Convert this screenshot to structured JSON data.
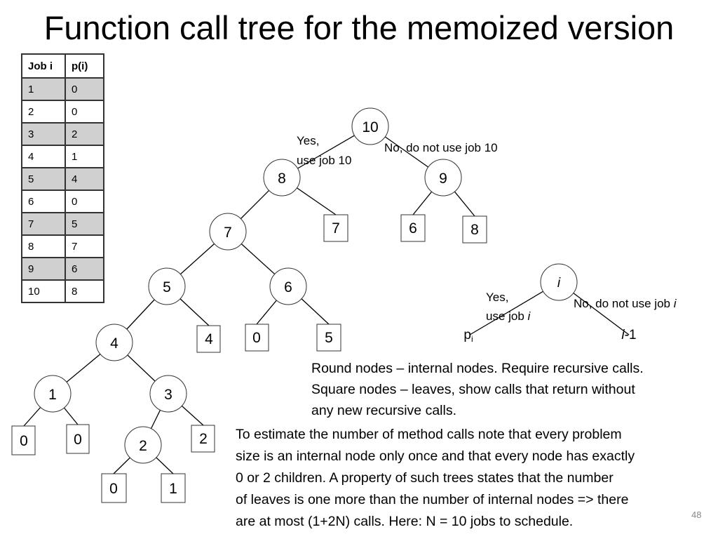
{
  "title": "Function call tree for the memoized version",
  "table": {
    "headers": [
      "Job i",
      "p(i)"
    ],
    "rows": [
      [
        "1",
        "0"
      ],
      [
        "2",
        "0"
      ],
      [
        "3",
        "2"
      ],
      [
        "4",
        "1"
      ],
      [
        "5",
        "4"
      ],
      [
        "6",
        "0"
      ],
      [
        "7",
        "5"
      ],
      [
        "8",
        "7"
      ],
      [
        "9",
        "6"
      ],
      [
        "10",
        "8"
      ]
    ]
  },
  "tree": {
    "internal": [
      "10",
      "8",
      "9",
      "7",
      "5",
      "6",
      "4",
      "1",
      "3",
      "2"
    ],
    "leaves": [
      "7",
      "6",
      "8",
      "4",
      "0",
      "5",
      "0",
      "0",
      "2",
      "0",
      "1"
    ],
    "yes_label_1": "Yes,",
    "yes_label_2": "use job 10",
    "no_label": "No, do not use job 10"
  },
  "legend_tree": {
    "root": "i",
    "left": "p",
    "left_sub": "i",
    "right_italic": "i",
    "right_rest": "-1",
    "yes_1": "Yes,",
    "yes_2": "use job ",
    "yes_2_italic": "i",
    "no": "No, do not use job ",
    "no_italic": "i"
  },
  "notes": {
    "line1": "Round nodes – internal nodes. Require recursive calls.",
    "line2": "Square nodes – leaves, show calls that return without",
    "line3": "any new recursive calls."
  },
  "explanation": [
    "To estimate the number of method calls note that every problem",
    "size is an internal node only once and that every node has exactly",
    "0 or 2 children.  A property of such trees states that the number",
    "of leaves is one more than the number of internal nodes => there",
    "are at most (1+2N) calls.  Here: N = 10 jobs to schedule."
  ],
  "page_number": "48"
}
